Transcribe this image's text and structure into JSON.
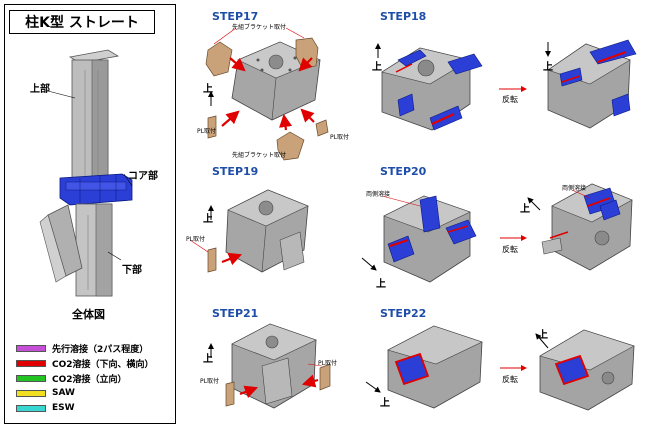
{
  "overview": {
    "title": "柱K型 ストレート",
    "part_upper": "上部",
    "part_core": "コア部",
    "part_lower": "下部",
    "caption": "全体図"
  },
  "legend": {
    "items": [
      {
        "label": "先行溶接（2パス程度）",
        "color": "#c64fd8"
      },
      {
        "label": "CO2溶接（下向、横向）",
        "color": "#e00000"
      },
      {
        "label": "CO2溶接（立向）",
        "color": "#22c322"
      },
      {
        "label": "SAW",
        "color": "#f0e020"
      },
      {
        "label": "ESW",
        "color": "#38d6d0"
      }
    ]
  },
  "steps": {
    "s17": {
      "title": "STEP17",
      "ann_top": "先組ブラケット取付",
      "ann_pl_left": "PL取付",
      "ann_pl_right": "PL取付",
      "ann_bottom": "先組ブラケット取付",
      "dir": "上"
    },
    "s18": {
      "title": "STEP18",
      "dir_a": "上",
      "dir_b": "上",
      "flip": "反転"
    },
    "s19": {
      "title": "STEP19",
      "dir": "上",
      "ann_pl": "PL取付"
    },
    "s20": {
      "title": "STEP20",
      "ann_a": "両側溶接",
      "ann_b": "両側溶接",
      "dir_a": "上",
      "dir_b": "上",
      "flip": "反転"
    },
    "s21": {
      "title": "STEP21",
      "dir": "上",
      "ann_pl_left": "PL取付",
      "ann_pl_right": "PL取付"
    },
    "s22": {
      "title": "STEP22",
      "dir_a": "上",
      "dir_b": "上",
      "flip": "反転"
    }
  }
}
